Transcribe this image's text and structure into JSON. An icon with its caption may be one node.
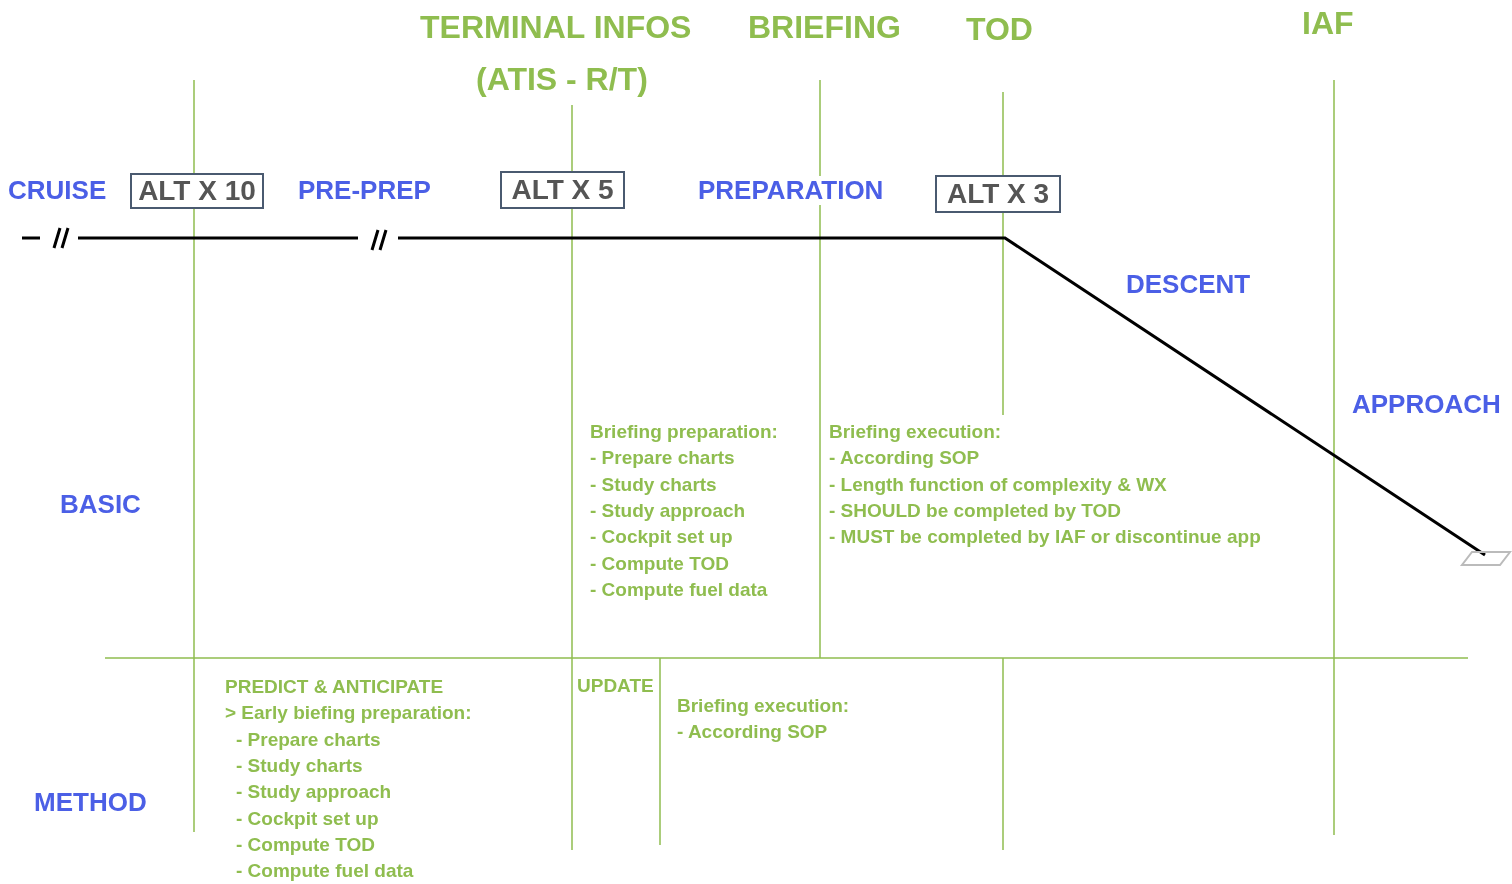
{
  "diagram": {
    "nodes": [
      {
        "text": [
          "ALT X 10"
        ]
      },
      {
        "text": [
          "ALT X 5"
        ]
      },
      {
        "text": [
          "ALT X 3"
        ]
      }
    ],
    "labels": [
      "TERMINAL INFOS",
      "BRIEFING",
      "TOD",
      "IAF",
      "(ATIS - R/T)",
      "CRUISE",
      "PRE-PREP",
      "PREPARATION",
      "DESCENT",
      "APPROACH",
      "BASIC",
      "Briefing preparation:",
      "- Prepare charts",
      "- Study charts",
      "- Study approach",
      "- Cockpit set up",
      "- Compute TOD",
      "- Compute fuel data",
      "Briefing execution:",
      "- According SOP",
      "- Length function of complexity & WX",
      "- SHOULD be completed by TOD",
      "- MUST be completed by IAF or discontinue app",
      "METHOD",
      "PREDICT & ANTICIPATE",
      "> Early biefing preparation:",
      "- Prepare charts",
      "- Study charts",
      "- Study approach",
      "- Cockpit set up",
      "- Compute TOD",
      "- Compute fuel data",
      "UPDATE",
      "Briefing execution:",
      "- According SOP"
    ]
  }
}
